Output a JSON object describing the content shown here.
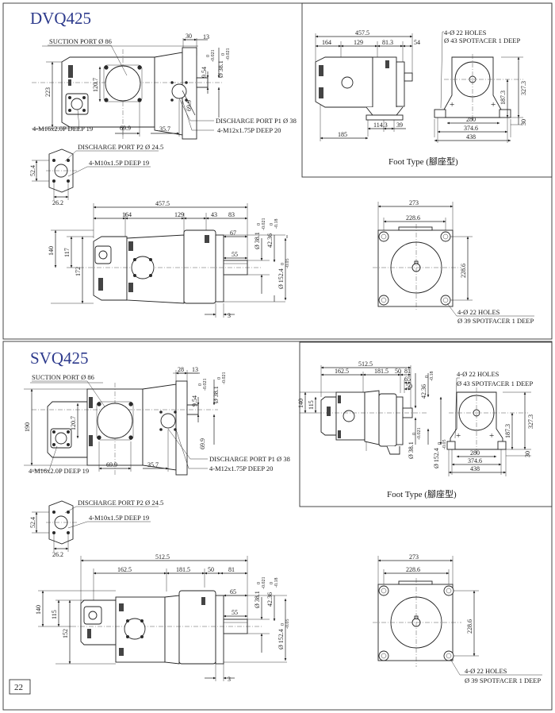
{
  "page_number": "22",
  "foot_type_caption": "Foot Type (腳座型)",
  "dvq": {
    "title": "DVQ425",
    "side": {
      "suction": "SUCTION PORT Ø 86",
      "discharge_p1": "DISCHARGE PORT P1 Ø 38",
      "bolt_a": "4-M16x2.0P DEEP 19",
      "bolt_b": "4-M12x1.75P DEEP 20",
      "d30": "30",
      "d13": "13",
      "d223": "223",
      "d1207": "120.7",
      "d699a": "69.9",
      "d699b": "69.9",
      "d357": "35.7",
      "key_w": "9.54",
      "key_w_tol_top": "0",
      "key_w_tol_bot": "-0.021",
      "shaft": "Ø 38.1",
      "shaft_tol_top": "0",
      "shaft_tol_bot": "-0.021"
    },
    "p2": {
      "label": "DISCHARGE PORT P2 Ø 24.5",
      "bolt": "4-M10x1.5P DEEP 19",
      "d524": "52.4",
      "d262": "26.2"
    },
    "foot": {
      "holes": "4-Ø 22 HOLES",
      "spot": "Ø 43 SPOTFACER 1 DEEP",
      "d4575": "457.5",
      "d164": "164",
      "d129": "129",
      "d813": "81.3",
      "d54": "54",
      "d1143": "114.3",
      "d39": "39",
      "d185": "185",
      "d1873": "187.3",
      "d3273": "327.3",
      "d30": "30",
      "d280": "280",
      "d3746": "374.6",
      "d438": "438"
    },
    "front": {
      "d4575": "457.5",
      "d164": "164",
      "d129": "129",
      "d43": "43",
      "d83": "83",
      "d67": "67",
      "d55": "55",
      "d140": "140",
      "d117": "117",
      "d172": "172",
      "d3": "3",
      "shaft": "Ø 38.1",
      "shaft_tol_top": "0",
      "shaft_tol_bot": "-0.021",
      "key": "42.36",
      "key_tol_top": "0",
      "key_tol_bot": "-0.18",
      "pilot": "Ø 152.4",
      "pilot_tol_top": "0",
      "pilot_tol_bot": "-0.05"
    },
    "flange": {
      "d273": "273",
      "d2286a": "228.6",
      "d2286b": "228.6",
      "holes": "4-Ø 22 HOLES",
      "spot": "Ø 39 SPOTFACER 1 DEEP"
    }
  },
  "svq": {
    "title": "SVQ425",
    "side": {
      "suction": "SUCTION PORT Ø 86",
      "discharge_p1": "DISCHARGE PORT P1 Ø 38",
      "bolt_a": "4-M16x2.0P DEEP 19",
      "bolt_b": "4-M12x1.75P DEEP 20",
      "d28": "28",
      "d13": "13",
      "d190": "190",
      "d1207": "120.7",
      "d699a": "69.9",
      "d699b": "69.9",
      "d357": "35.7",
      "key_w": "9.54",
      "key_w_tol_top": "0",
      "key_w_tol_bot": "-0.021",
      "shaft": "Ø 38.1",
      "shaft_tol_top": "0",
      "shaft_tol_bot": "-0.021"
    },
    "p2": {
      "label": "DISCHARGE PORT P2 Ø 24.5",
      "bolt": "4-M10x1.5P DEEP 19",
      "d524": "52.4",
      "d262": "26.2"
    },
    "foot": {
      "holes": "4-Ø 22 HOLES",
      "spot": "Ø 43 SPOTFACER 1 DEEP",
      "d5125": "512.5",
      "d1625": "162.5",
      "d1815": "181.5",
      "d50": "50",
      "d81": "81",
      "d65": "65",
      "d50b": "50",
      "d140": "140",
      "d115": "115",
      "shaft": "Ø 38.1",
      "shaft_tol_top": "0",
      "shaft_tol_bot": "-0.021",
      "key": "42.36",
      "key_tol_top": "0",
      "key_tol_bot": "-0.18",
      "pilot": "Ø 152.4",
      "pilot_tol_top": "0",
      "pilot_tol_bot": "-0.05",
      "d1873": "187.3",
      "d3273": "327.3",
      "d30": "30",
      "d280": "280",
      "d3746": "374.6",
      "d438": "438"
    },
    "front": {
      "d5125": "512.5",
      "d1625": "162.5",
      "d1815": "181.5",
      "d50": "50",
      "d81": "81",
      "d65": "65",
      "d55": "55",
      "d140": "140",
      "d115": "115",
      "d152": "152",
      "d3": "3",
      "shaft": "Ø 38.1",
      "shaft_tol_top": "0",
      "shaft_tol_bot": "-0.021",
      "key": "42.36",
      "key_tol_top": "0",
      "key_tol_bot": "-0.18",
      "pilot": "Ø 152.4",
      "pilot_tol_top": "0",
      "pilot_tol_bot": "-0.05"
    },
    "flange": {
      "d273": "273",
      "d2286a": "228.6",
      "d2286b": "228.6",
      "holes": "4-Ø 22 HOLES",
      "spot": "Ø 39 SPOTFACER 1 DEEP"
    }
  }
}
